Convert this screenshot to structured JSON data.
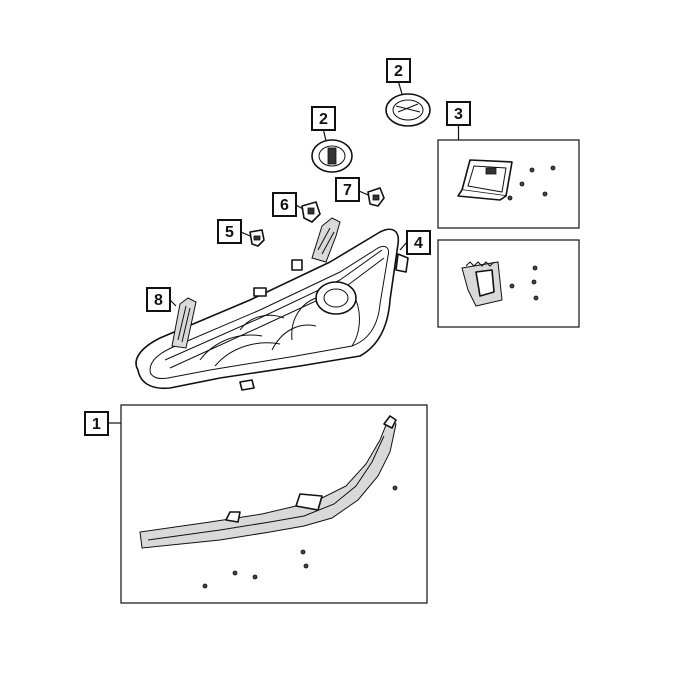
{
  "callouts": {
    "c1": "1",
    "c2a": "2",
    "c2b": "2",
    "c3": "3",
    "c4": "4",
    "c5": "5",
    "c6": "6",
    "c7": "7",
    "c8": "8"
  },
  "colors": {
    "line": "#111111",
    "background": "#ffffff",
    "shade": "#d9d9d9"
  }
}
